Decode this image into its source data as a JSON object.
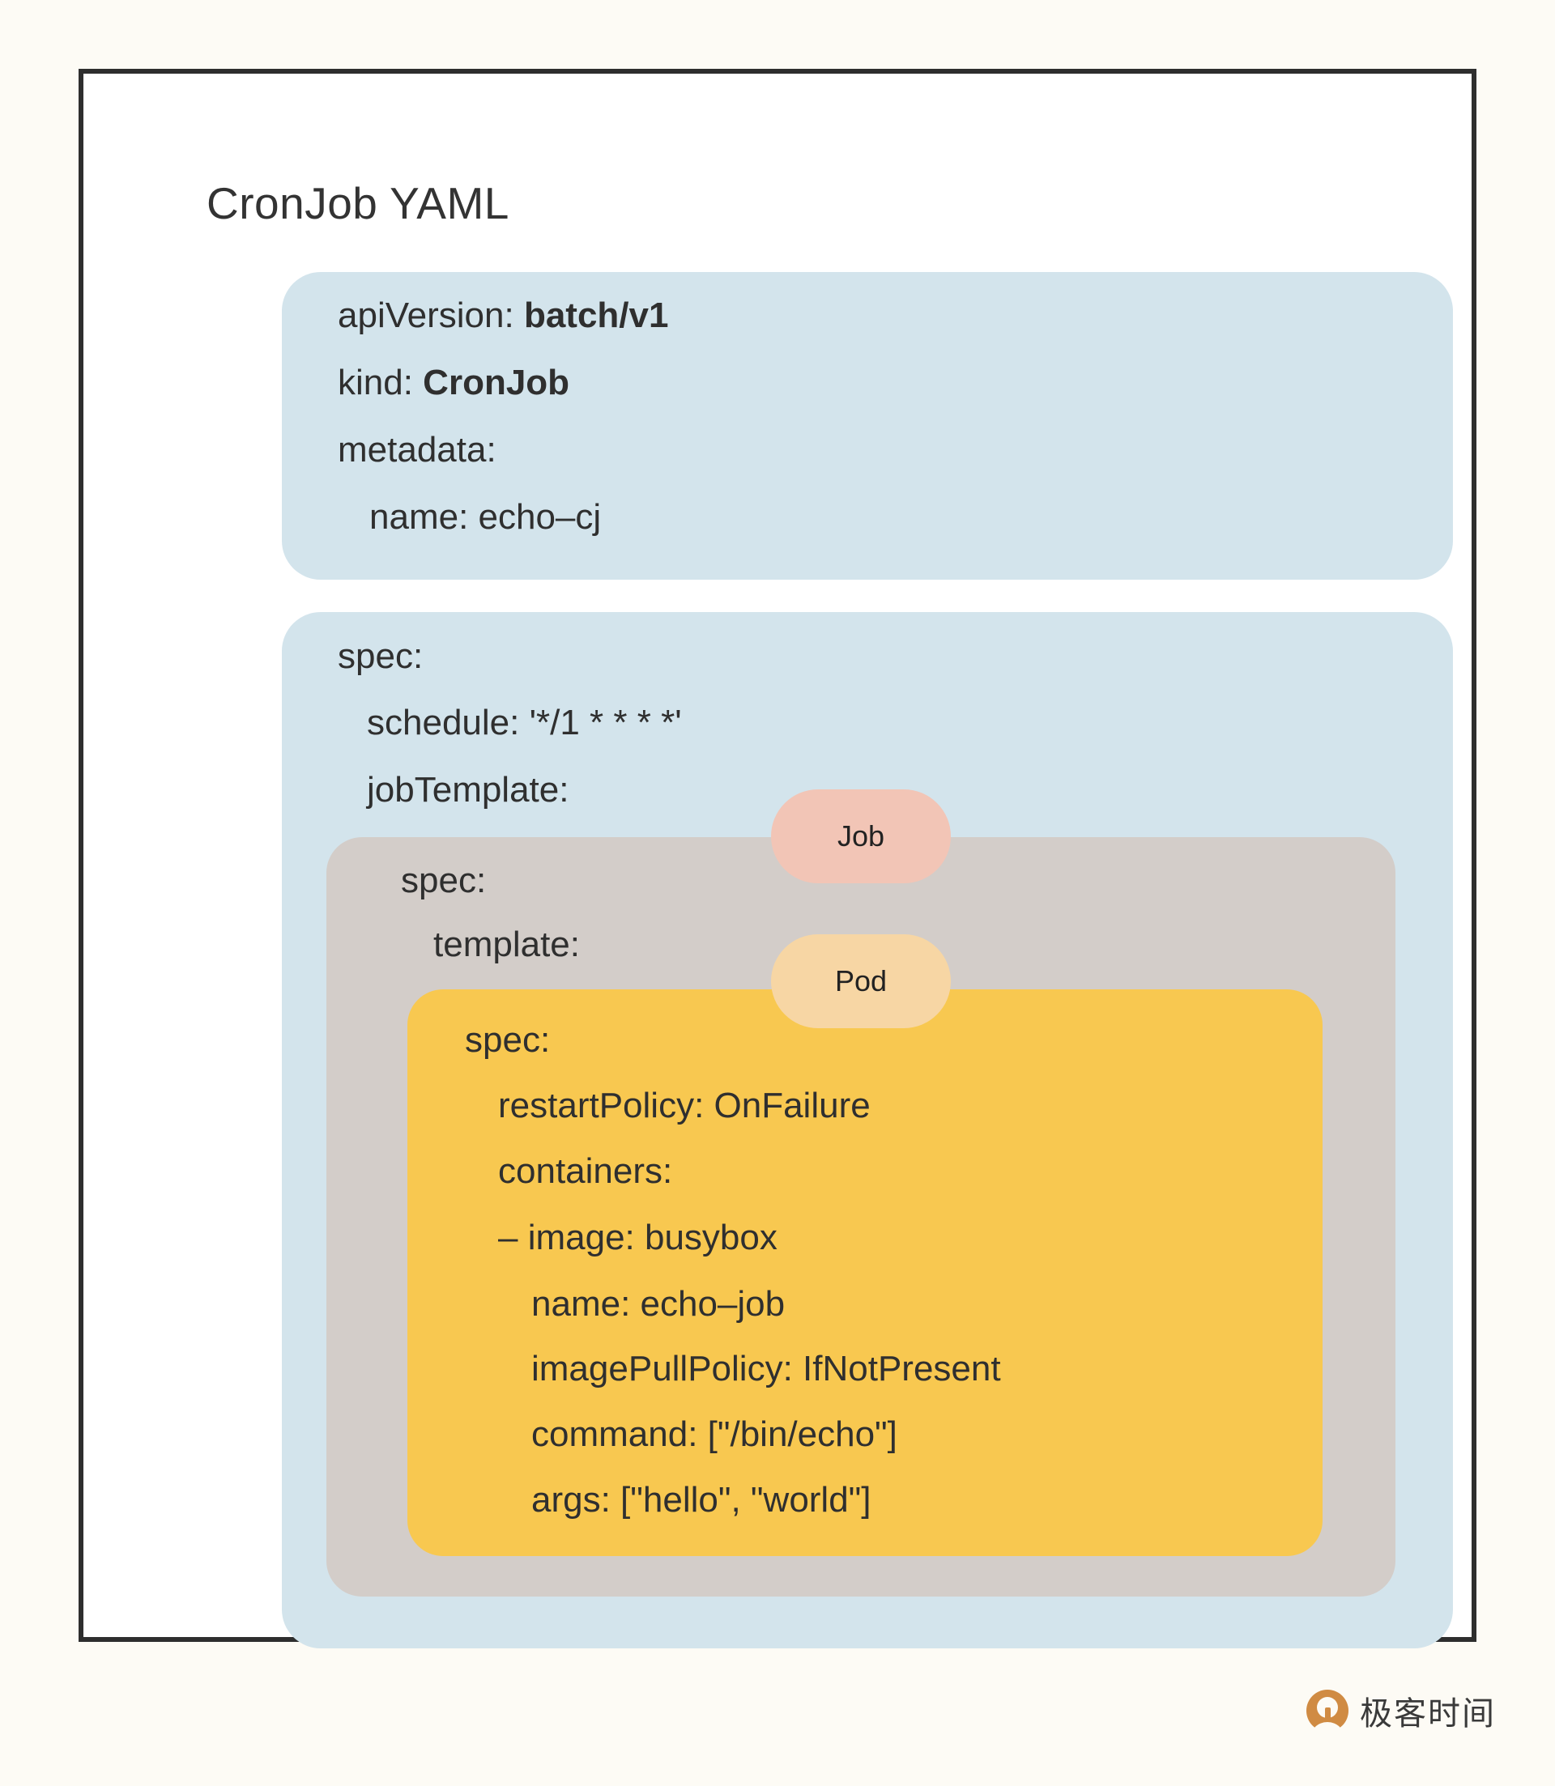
{
  "page": {
    "background_color": "#FDFBF5",
    "card_background": "#FFFFFF",
    "card_border_color": "#2E2E2E"
  },
  "diagram": {
    "title": "CronJob YAML",
    "colors": {
      "cronjob_blue": "#D3E4EC",
      "job_gray": "#D3CDC9",
      "pod_yellow": "#F8C850",
      "job_badge": "#F2C5B6",
      "pod_badge": "#F7D6A4",
      "text": "#2F2F2F"
    },
    "badges": {
      "job": "Job",
      "pod": "Pod"
    },
    "blocks": {
      "cronjob_header": {
        "apiVersion_key": "apiVersion: ",
        "apiVersion_value": "batch/v1",
        "kind_key": "kind: ",
        "kind_value": "CronJob",
        "metadata": "metadata:",
        "metadata_name": "name: echo–cj"
      },
      "cronjob_spec": {
        "spec": "spec:",
        "schedule": "schedule: '*/1 * * * *'",
        "jobTemplate": "jobTemplate:"
      },
      "job_spec": {
        "spec": "spec:",
        "template": "template:"
      },
      "pod_spec": {
        "spec": "spec:",
        "restartPolicy": "restartPolicy: OnFailure",
        "containers": "containers:",
        "image": "– image: busybox",
        "name": "name: echo–job",
        "imagePullPolicy": "imagePullPolicy: IfNotPresent",
        "command": "command: [\"/bin/echo\"]",
        "args": "args: [\"hello\", \"world\"]"
      }
    }
  },
  "watermark": {
    "text": "极客时间",
    "mark_color": "#D08B43"
  }
}
